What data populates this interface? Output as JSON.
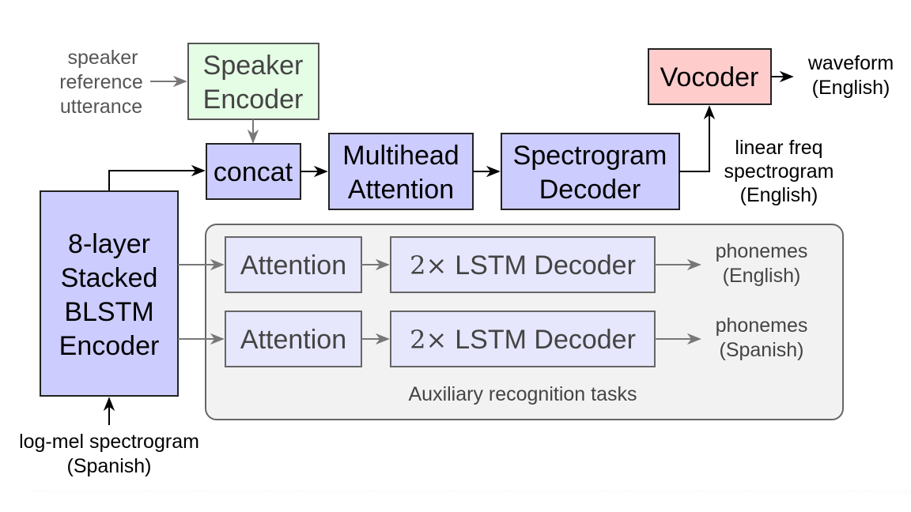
{
  "diagram": {
    "colors": {
      "main_block_fill": "#ccccff",
      "main_block_stroke": "#222222",
      "speaker_encoder_fill": "#e5fce5",
      "vocoder_fill": "#ffcccc",
      "aux_container_fill": "#f2f2f2",
      "aux_block_fill": "#e6e6fc",
      "aux_stroke": "#666666",
      "aux_text": "#444444"
    },
    "inputs": {
      "speaker_reference": [
        "speaker",
        "reference",
        "utterance"
      ],
      "log_mel": [
        "log-mel spectrogram",
        "(Spanish)"
      ]
    },
    "blocks": {
      "speaker_encoder": [
        "Speaker",
        "Encoder"
      ],
      "concat": [
        "concat"
      ],
      "multihead_attention": [
        "Multihead",
        "Attention"
      ],
      "spectrogram_decoder": [
        "Spectrogram",
        "Decoder"
      ],
      "vocoder": [
        "Vocoder"
      ],
      "blstm_encoder": [
        "8-layer",
        "Stacked",
        "BLSTM",
        "Encoder"
      ]
    },
    "outputs": {
      "waveform": [
        "waveform",
        "(English)"
      ],
      "linear_spectrogram": [
        "linear freq",
        "spectrogram",
        "(English)"
      ]
    },
    "auxiliary": {
      "title": "Auxiliary recognition tasks",
      "rows": [
        {
          "attention": "Attention",
          "decoder_prefix": "2×",
          "decoder": "LSTM Decoder",
          "output": [
            "phonemes",
            "(English)"
          ]
        },
        {
          "attention": "Attention",
          "decoder_prefix": "2×",
          "decoder": "LSTM Decoder",
          "output": [
            "phonemes",
            "(Spanish)"
          ]
        }
      ]
    }
  }
}
